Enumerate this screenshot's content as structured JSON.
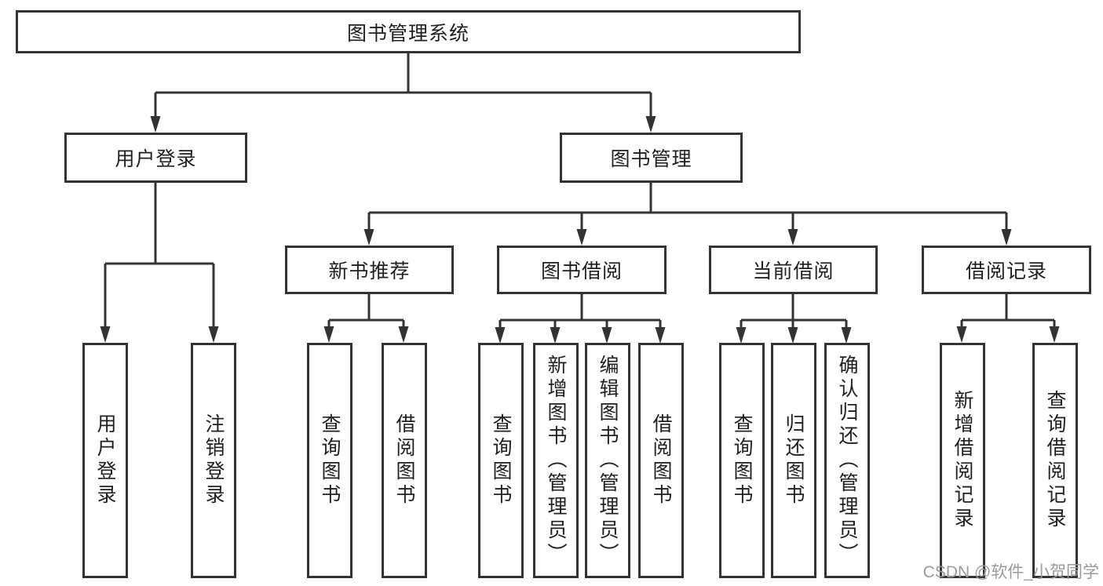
{
  "diagram": {
    "root": {
      "label": "图书管理系统"
    },
    "branches": [
      {
        "label": "用户登录",
        "children": [
          {
            "label": "用户登录"
          },
          {
            "label": "注销登录"
          }
        ]
      },
      {
        "label": "图书管理",
        "children": [
          {
            "label": "新书推荐",
            "children": [
              {
                "label": "查询图书"
              },
              {
                "label": "借阅图书"
              }
            ]
          },
          {
            "label": "图书借阅",
            "children": [
              {
                "label": "查询图书"
              },
              {
                "label": "新增图书（管理员）"
              },
              {
                "label": "编辑图书（管理员）"
              },
              {
                "label": "借阅图书"
              }
            ]
          },
          {
            "label": "当前借阅",
            "children": [
              {
                "label": "查询图书"
              },
              {
                "label": "归还图书"
              },
              {
                "label": "确认归还（管理员）"
              }
            ]
          },
          {
            "label": "借阅记录",
            "children": [
              {
                "label": "新增借阅记录"
              },
              {
                "label": "查询借阅记录"
              }
            ]
          }
        ]
      }
    ]
  },
  "watermark": {
    "text": "CSDN @软件_小贺同学"
  },
  "colors": {
    "line": "#333333",
    "text": "#1f1f1f",
    "watermark": "#9b9b9b",
    "background": "#ffffff"
  }
}
